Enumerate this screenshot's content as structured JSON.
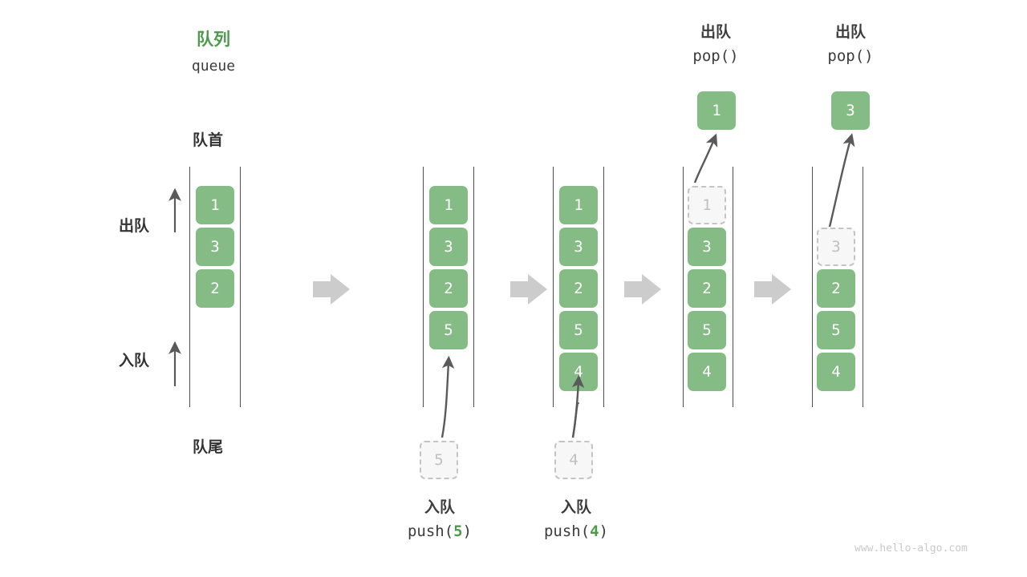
{
  "header": {
    "title_cn": "队列",
    "title_en": "queue",
    "front_label": "队首",
    "rear_label": "队尾",
    "dequeue_label": "出队",
    "enqueue_label": "入队"
  },
  "watermark": "www.hello-algo.com",
  "colors": {
    "accent_green": "#4d9a4d",
    "cell_green": "#85bb85",
    "ghost_fill": "#f7f7f7",
    "ghost_border": "#c4c4c4",
    "rail": "#4d4d4d",
    "step_arrow": "#cccccc",
    "curve_arrow": "#5a5a5a",
    "text": "#3c3c3c",
    "watermark": "#c9c9c9"
  },
  "steps": [
    {
      "id": "initial",
      "cells": [
        {
          "value": "1",
          "state": "filled"
        },
        {
          "value": "3",
          "state": "filled"
        },
        {
          "value": "2",
          "state": "filled"
        }
      ]
    },
    {
      "id": "push-5",
      "op_cn": "入队",
      "op_code_prefix": "push(",
      "op_code_num": "5",
      "op_code_suffix": ")",
      "incoming_value": "5",
      "cells": [
        {
          "value": "1",
          "state": "filled"
        },
        {
          "value": "3",
          "state": "filled"
        },
        {
          "value": "2",
          "state": "filled"
        },
        {
          "value": "5",
          "state": "filled"
        }
      ]
    },
    {
      "id": "push-4",
      "op_cn": "入队",
      "op_code_prefix": "push(",
      "op_code_num": "4",
      "op_code_suffix": ")",
      "incoming_value": "4",
      "cells": [
        {
          "value": "1",
          "state": "filled"
        },
        {
          "value": "3",
          "state": "filled"
        },
        {
          "value": "2",
          "state": "filled"
        },
        {
          "value": "5",
          "state": "filled"
        },
        {
          "value": "4",
          "state": "filled"
        }
      ]
    },
    {
      "id": "pop-1",
      "op_cn": "出队",
      "op_code_prefix": "pop(",
      "op_code_num": "",
      "op_code_suffix": ")",
      "popped_value": "1",
      "cells": [
        {
          "value": "1",
          "state": "ghost"
        },
        {
          "value": "3",
          "state": "filled"
        },
        {
          "value": "2",
          "state": "filled"
        },
        {
          "value": "5",
          "state": "filled"
        },
        {
          "value": "4",
          "state": "filled"
        }
      ]
    },
    {
      "id": "pop-3",
      "op_cn": "出队",
      "op_code_prefix": "pop(",
      "op_code_num": "",
      "op_code_suffix": ")",
      "popped_value": "3",
      "cells": [
        {
          "value": "",
          "state": "empty"
        },
        {
          "value": "3",
          "state": "ghost"
        },
        {
          "value": "2",
          "state": "filled"
        },
        {
          "value": "5",
          "state": "filled"
        },
        {
          "value": "4",
          "state": "filled"
        }
      ]
    }
  ]
}
